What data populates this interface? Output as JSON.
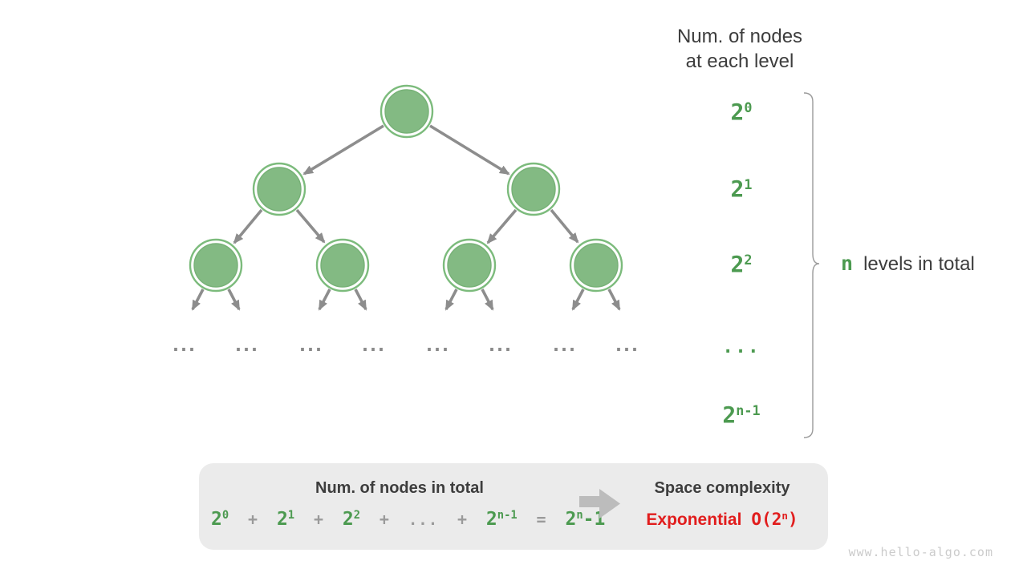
{
  "colors": {
    "green_text": "#4c9a50",
    "node_fill": "#83ba83",
    "node_ring": "#7cbb7c",
    "node_inner_stroke": "#76b176",
    "arrow": "#8d8d8d",
    "ellipsis": "#8a8a8a",
    "text_dark": "#3d3d3d",
    "red": "#e11d1d",
    "box_bg": "#ebebeb",
    "block_arrow": "#bcbcbc",
    "brace": "#9b9b9b",
    "watermark": "#cbcbcb",
    "op_gray": "#9a9a9a"
  },
  "right_panel": {
    "header_line1": "Num. of nodes",
    "header_line2": "at each level",
    "levels": [
      {
        "base": "2",
        "sup": "0"
      },
      {
        "base": "2",
        "sup": "1"
      },
      {
        "base": "2",
        "sup": "2"
      },
      {
        "ellipsis": "..."
      },
      {
        "base": "2",
        "sup": "n-1"
      }
    ],
    "brace_label": {
      "n": "n",
      "text": "levels in total"
    }
  },
  "tree": {
    "ellipsis": "..."
  },
  "summary_box": {
    "left_title": "Num. of nodes in total",
    "formula": {
      "t0": {
        "base": "2",
        "sup": "0"
      },
      "plus": "+",
      "t1": {
        "base": "2",
        "sup": "1"
      },
      "t2": {
        "base": "2",
        "sup": "2"
      },
      "dots": "...",
      "t3": {
        "base": "2",
        "sup": "n-1"
      },
      "equals": "=",
      "result": {
        "base": "2",
        "sup": "n",
        "tail": "-1"
      }
    },
    "right_title": "Space complexity",
    "complexity": {
      "word": "Exponential",
      "o_open": "O(2",
      "sup": "n",
      "close": ")"
    }
  },
  "watermark": "www.hello-algo.com"
}
